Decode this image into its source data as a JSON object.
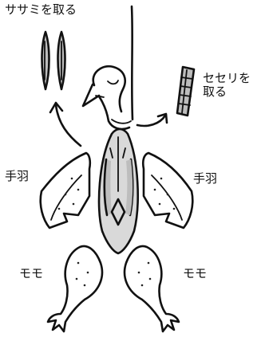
{
  "labels": {
    "sasami": "ササミを取る",
    "seseri_line1": "セセリを",
    "seseri_line2": "取る",
    "tebane_left": "手羽",
    "tebane_right": "手羽",
    "momo_left": "モモ",
    "momo_right": "モモ"
  },
  "colors": {
    "ink": "#111111",
    "meat_light": "#d9d9d9",
    "meat_dark": "#bdbdbd",
    "background": "#ffffff"
  }
}
